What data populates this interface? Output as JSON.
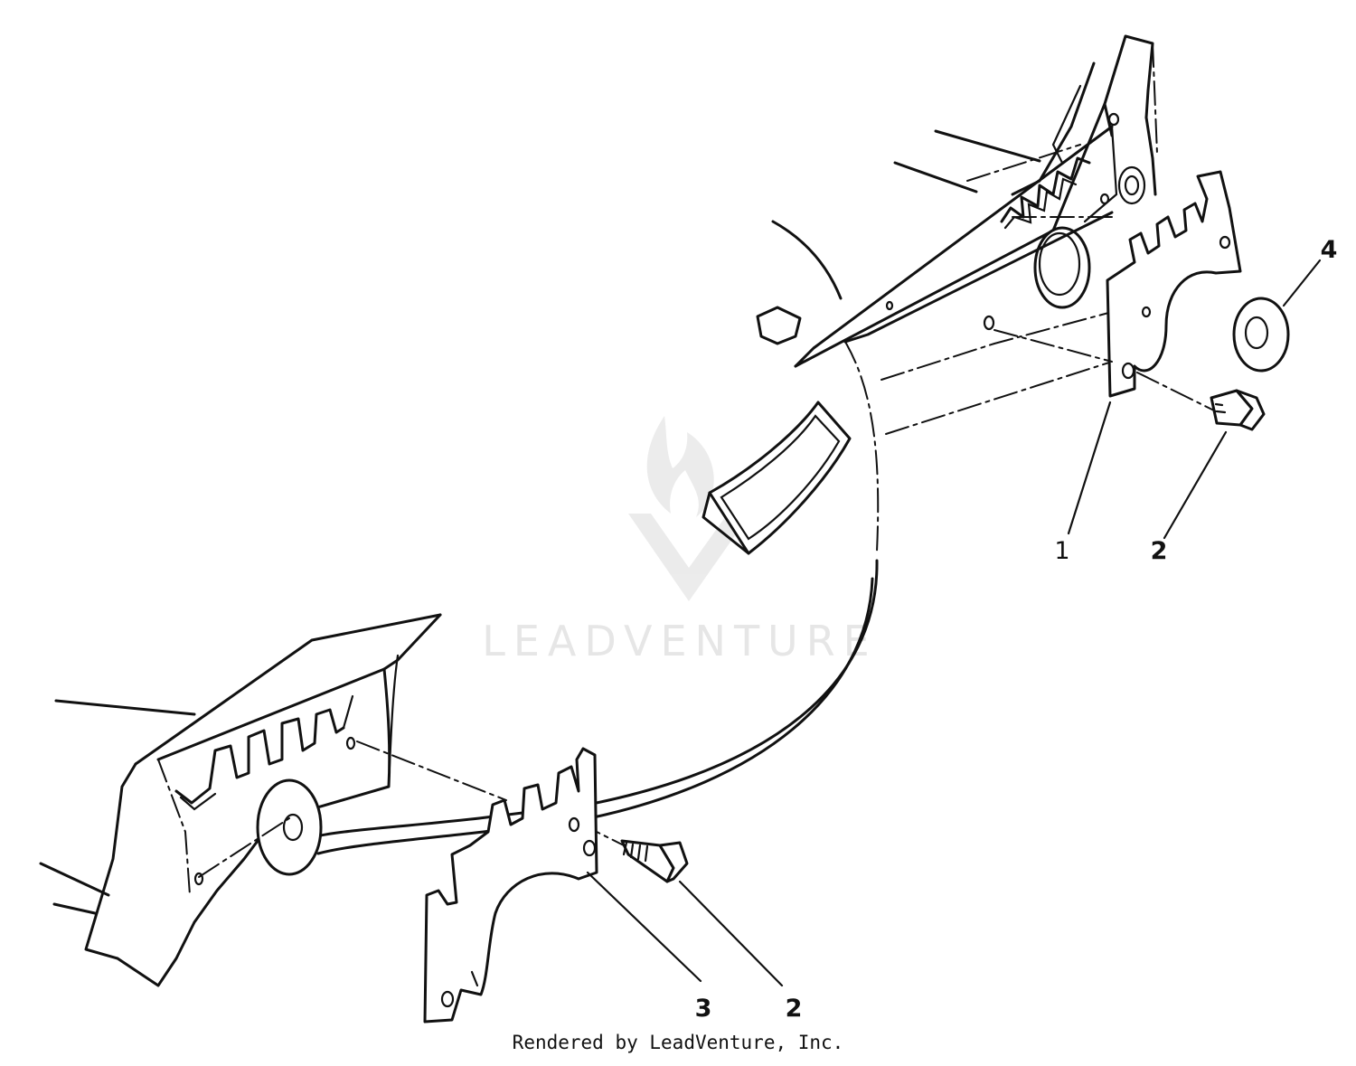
{
  "diagram": {
    "callouts": [
      {
        "id": "c1",
        "label": "1"
      },
      {
        "id": "c2a",
        "label": "2"
      },
      {
        "id": "c4",
        "label": "4"
      },
      {
        "id": "c3",
        "label": "3"
      },
      {
        "id": "c2b",
        "label": "2"
      }
    ],
    "watermark_text": "LEADVENTURE",
    "footer_credit": "Rendered by LeadVenture, Inc."
  }
}
